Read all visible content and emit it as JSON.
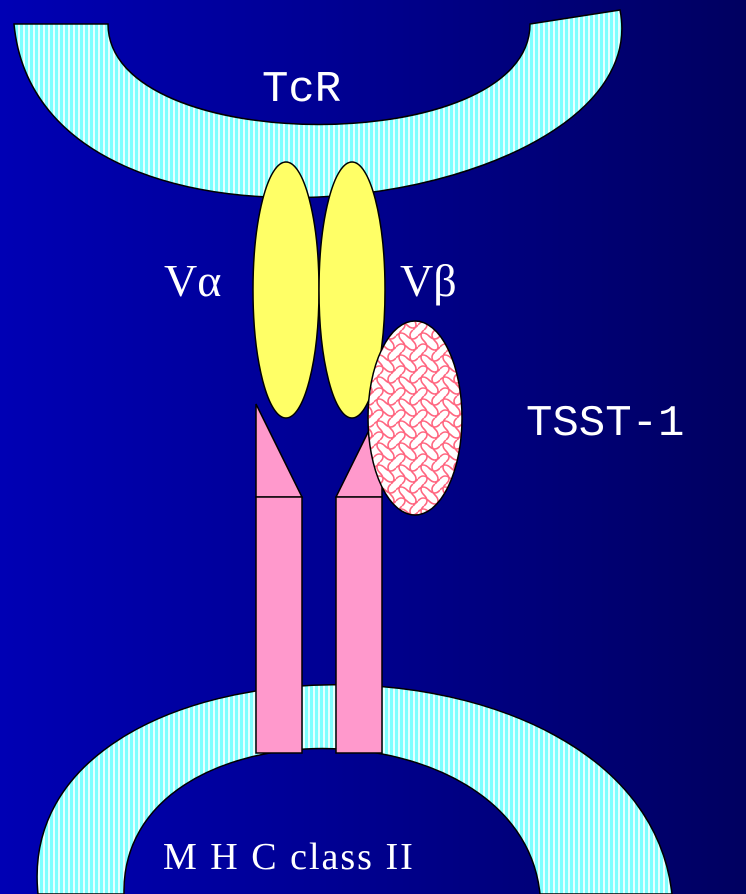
{
  "labels": {
    "tcr": "TcR",
    "v_alpha": "Vα",
    "v_beta": "Vβ",
    "toxin": "TSST-1",
    "mhc": "M H C  class II"
  },
  "colors": {
    "background": "#00009e",
    "membrane_stripe": "#7fffff",
    "membrane_base": "#e8ffff",
    "v_domain": "#ffff66",
    "mhc_chain": "#ff99cc",
    "toxin_pattern": "#ff6680",
    "toxin_fill": "#ffffff",
    "outline": "#000000"
  }
}
